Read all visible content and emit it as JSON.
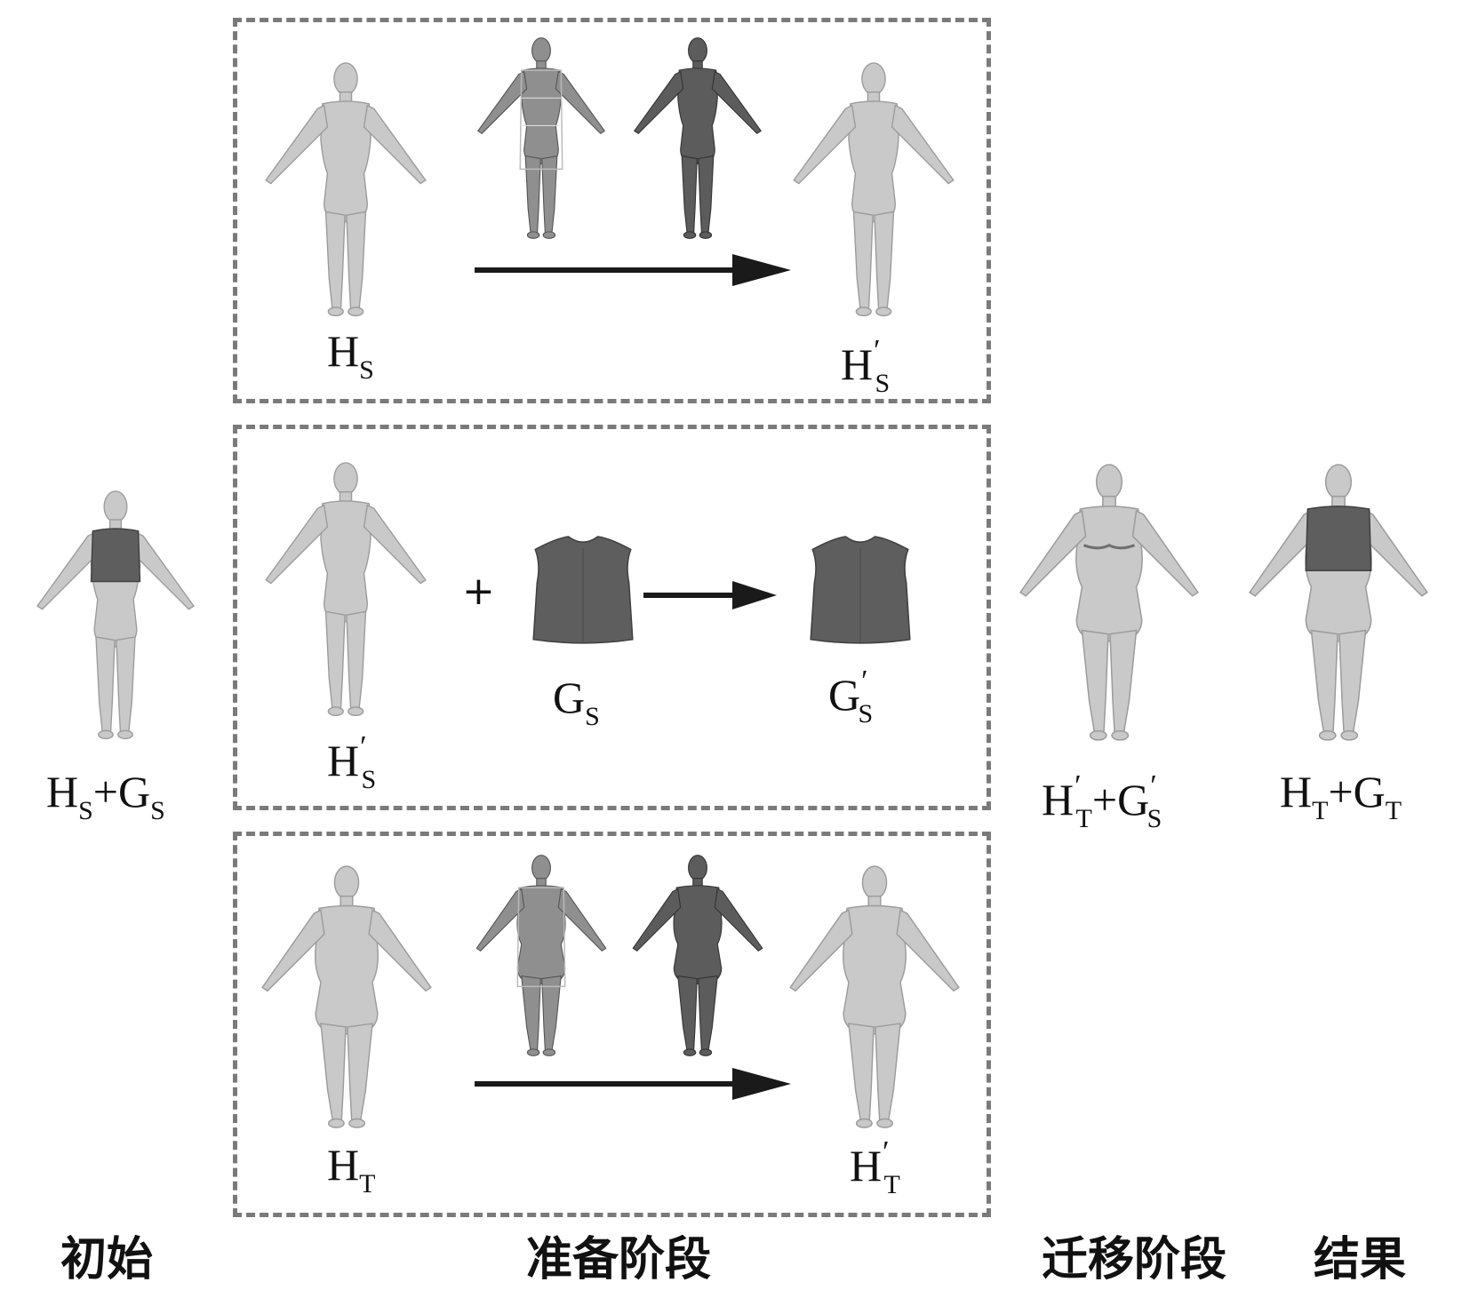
{
  "labels": {
    "hs": {
      "base": "H",
      "sub": "S",
      "prime": ""
    },
    "hs_prime_top": {
      "base": "H",
      "sub": "S",
      "prime": "′"
    },
    "hs_prime_mid": {
      "base": "H",
      "sub": "S",
      "prime": "′"
    },
    "gs": {
      "base": "G",
      "sub": "S",
      "prime": ""
    },
    "gs_prime": {
      "base": "G",
      "sub": "S",
      "prime": "′"
    },
    "ht": {
      "base": "H",
      "sub": "T",
      "prime": ""
    },
    "ht_prime": {
      "base": "H",
      "sub": "T",
      "prime": "′"
    },
    "initial": {
      "a": "H",
      "a_sub": "S",
      "plus": "+",
      "b": "G",
      "b_sub": "S"
    },
    "transfer": {
      "a": "H",
      "a_sub": "T",
      "a_prime": "′",
      "plus": "+",
      "b": "G",
      "b_sub": "S",
      "b_prime": "′"
    },
    "result": {
      "a": "H",
      "a_sub": "T",
      "plus": "+",
      "b": "G",
      "b_sub": "T"
    }
  },
  "plus_sign": "+",
  "stages": {
    "initial": "初始",
    "preparation": "准备阶段",
    "transfer": "迁移阶段",
    "result": "结果"
  },
  "colors": {
    "body": "#c9c9c9",
    "body_dark": "#9c9c9c",
    "garment": "#5e5e5e",
    "garment_dark": "#404040",
    "arrow": "#1a1a1a",
    "dash": "#7a7a7a"
  }
}
